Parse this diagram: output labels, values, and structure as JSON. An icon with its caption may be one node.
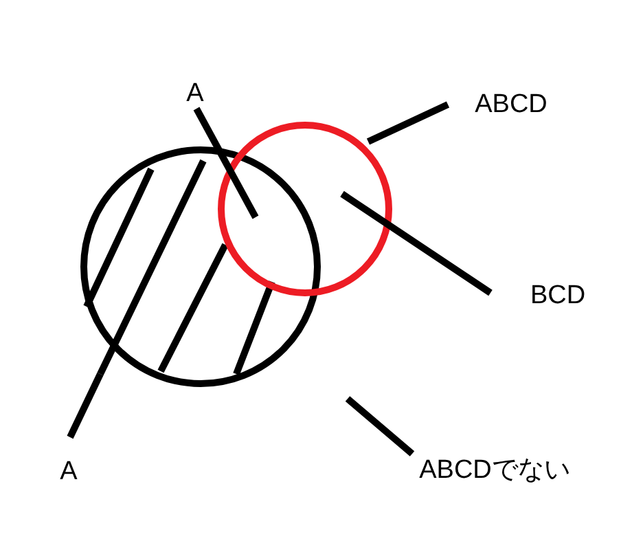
{
  "diagram": {
    "nodes": [
      {
        "text": [
          "A"
        ]
      },
      {
        "text": [
          "ABCD"
        ]
      },
      {
        "text": [
          "BCD"
        ]
      },
      {
        "text": [
          "A"
        ]
      },
      {
        "text": [
          "ABCDでない"
        ]
      },
      {
        "text": [],
        "shape": "circle"
      },
      {
        "text": [],
        "shape": "circle"
      }
    ],
    "edges": [
      {
        "from": 0,
        "to": 6,
        "arrow": "none"
      },
      {
        "from": 1,
        "to": 6,
        "arrow": "none"
      },
      {
        "from": 2,
        "to": 6,
        "arrow": "none"
      },
      {
        "from": 3,
        "to": 5,
        "arrow": "none"
      },
      {
        "from": 4,
        "to": null,
        "arrow": "none"
      }
    ]
  }
}
